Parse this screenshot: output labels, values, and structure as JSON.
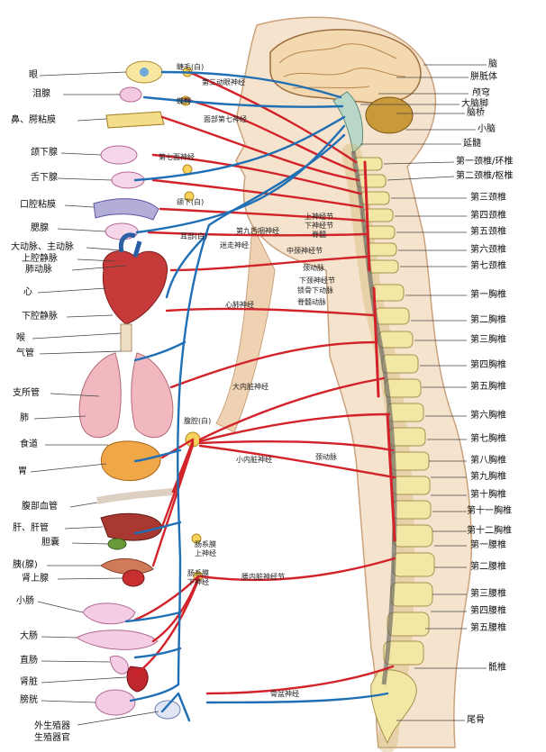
{
  "left_labels": [
    "眼",
    "泪腺",
    "鼻、腭粘膜",
    "颌下腺",
    "舌下腺",
    "口腔粘膜",
    "腮腺",
    "大动脉、主动脉",
    "上腔静脉",
    "肺动脉",
    "心",
    "下腔静脉",
    "喉",
    "气管",
    "支所管",
    "肺",
    "食道",
    "胃",
    "腹部血管",
    "肝、肝管",
    "胆囊",
    "胰(腺)",
    "肾上腺",
    "小肠",
    "大肠",
    "直肠",
    "肾脏",
    "膀胱",
    "外生殖器",
    "生殖器官"
  ],
  "right_labels": [
    "脑",
    "胼胝体",
    "颅穹",
    "大脑脚",
    "脑桥",
    "小脑",
    "延髓",
    "第一颈椎/环椎",
    "第二颈椎/枢椎",
    "第三颈椎",
    "第四颈椎",
    "第五颈椎",
    "第六颈椎",
    "第七颈椎",
    "第一胸椎",
    "第二胸椎",
    "第三胸椎",
    "第四胸椎",
    "第五胸椎",
    "第六胸椎",
    "第七胸椎",
    "第八胸椎",
    "第九胸椎",
    "第十胸椎",
    "第十一胸椎",
    "第十二胸椎",
    "第一腰椎",
    "第二腰椎",
    "第三腰椎",
    "第四腰椎",
    "第五腰椎",
    "骶椎",
    "尾骨"
  ],
  "inner_labels": [
    "睫毛(白)",
    "第三动眼神经",
    "蝶腭",
    "面部第七神经",
    "第七面神经",
    "颌下(白)",
    "第九舌咽神经",
    "耳部(白)",
    "迷走神经",
    "上神经节",
    "下神经节",
    "脊髓",
    "中颈神经节",
    "颈动脉",
    "下颈神经节",
    "锁骨下动脉",
    "脊髓动脉",
    "心肺神经",
    "大内脏神经",
    "腹腔(白)",
    "小内脏神经",
    "颈动脉",
    "肠系膜上神经",
    "肠系膜下神经",
    "腰内脏神经节",
    "骨盆神经"
  ],
  "colors": {
    "nerve_red": "#d2232a",
    "nerve_blue": "#1f6fb5",
    "bone": "#f3e7a6",
    "bone_edge": "#c9b063",
    "skin": "#f2d9bd"
  }
}
